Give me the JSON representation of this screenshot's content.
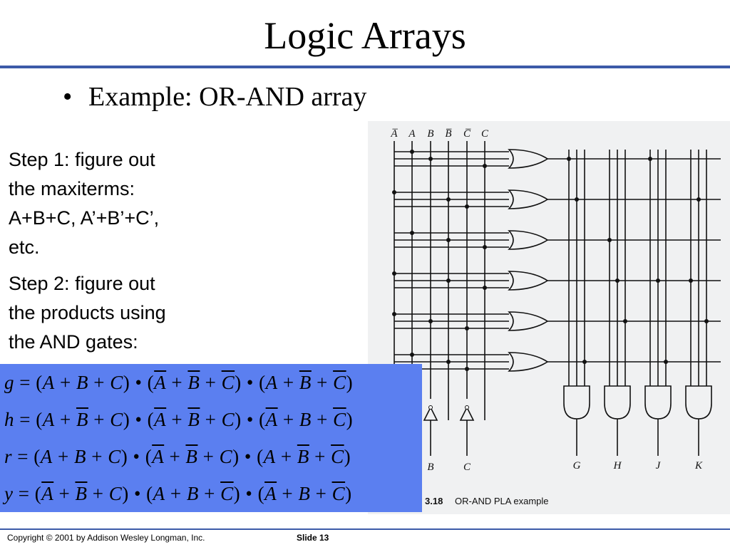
{
  "slide": {
    "title": "Logic Arrays",
    "bullet": "Example:  OR-AND array",
    "step1": [
      "Step 1:  figure out",
      "the maxiterms:",
      "A+B+C, A’+B’+C’,",
      "etc."
    ],
    "step2": [
      "Step 2:  figure out",
      "the products using",
      "the AND gates:"
    ]
  },
  "equations": {
    "g": {
      "lhs": "g",
      "terms": [
        [
          "A",
          "B",
          "C"
        ],
        [
          "A̅",
          "B̅",
          "C̅"
        ],
        [
          "A",
          "B̅",
          "C̅"
        ]
      ]
    },
    "h": {
      "lhs": "h",
      "terms": [
        [
          "A",
          "B̅",
          "C"
        ],
        [
          "A̅",
          "B̅",
          "C"
        ],
        [
          "A̅",
          "B",
          "C̅"
        ]
      ]
    },
    "r": {
      "lhs": "r",
      "terms": [
        [
          "A",
          "B",
          "C"
        ],
        [
          "A̅",
          "B̅",
          "C"
        ],
        [
          "A",
          "B̅",
          "C̅"
        ]
      ]
    },
    "y": {
      "lhs": "y",
      "terms": [
        [
          "A̅",
          "B̅",
          "C"
        ],
        [
          "A",
          "B",
          "C̅"
        ],
        [
          "A̅",
          "B",
          "C̅"
        ]
      ]
    }
  },
  "figure": {
    "input_labels": [
      "A̅",
      "A",
      "B",
      "B̅",
      "C̅",
      "C"
    ],
    "bottom_inputs": [
      "B",
      "C"
    ],
    "outputs": [
      "G",
      "H",
      "J",
      "K"
    ],
    "caption_number": "3.18",
    "caption_text": "OR-AND PLA example"
  },
  "footer": {
    "copyright": "Copyright © 2001 by Addison Wesley Longman, Inc.",
    "slide": "Slide 13"
  },
  "colors": {
    "rule": "#3c5aa8",
    "equation_box": "#5b7ff0"
  }
}
